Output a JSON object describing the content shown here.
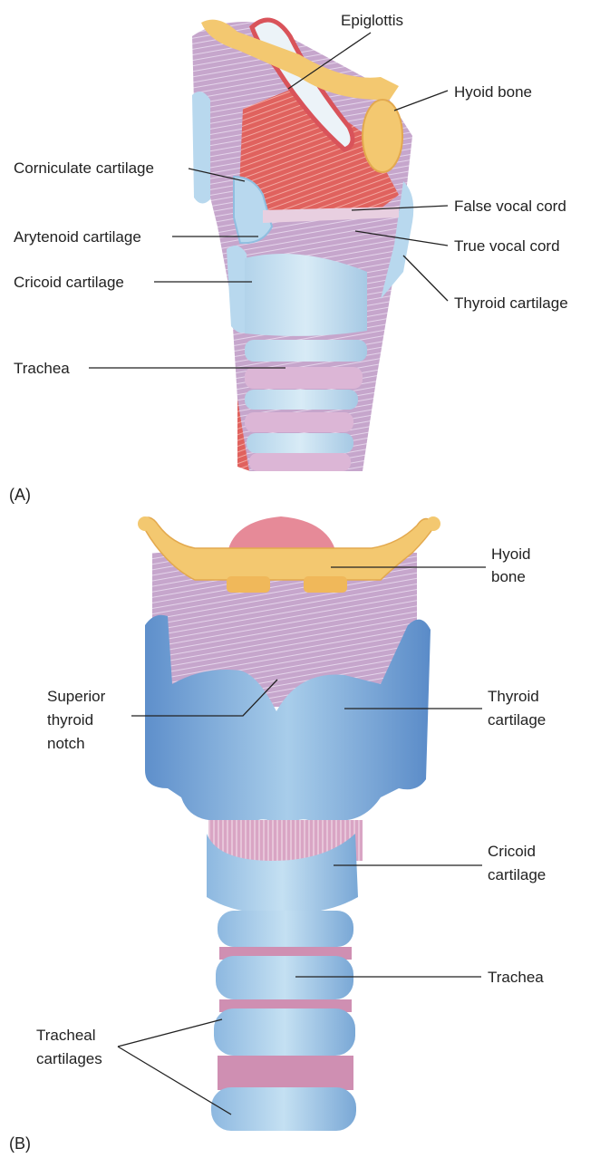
{
  "panel_a": {
    "panel_label": "(A)",
    "labels": {
      "epiglottis": "Epiglottis",
      "hyoid_bone": "Hyoid bone",
      "corniculate_cartilage": "Corniculate cartilage",
      "false_vocal_cord": "False vocal cord",
      "arytenoid_cartilage": "Arytenoid cartilage",
      "true_vocal_cord": "True vocal cord",
      "thyroid_cartilage": "Thyroid cartilage",
      "cricoid_cartilage": "Cricoid cartilage",
      "trachea": "Trachea"
    }
  },
  "panel_b": {
    "panel_label": "(B)",
    "labels": {
      "hyoid_bone": [
        "Hyoid",
        "bone"
      ],
      "superior_thyroid_notch": [
        "Superior",
        "thyroid",
        "notch"
      ],
      "thyroid_cartilage": [
        "Thyroid",
        "cartilage"
      ],
      "cricoid_cartilage": [
        "Cricoid",
        "cartilage"
      ],
      "trachea": "Trachea",
      "tracheal_cartilages": [
        "Tracheal",
        "cartilages"
      ]
    }
  },
  "colors": {
    "cartilage_blue": "#a9cde6",
    "cartilage_dark": "#6f9fd0",
    "muscle_red": "#e0625e",
    "membrane_purple": "#c6a6cc",
    "hyoid_yellow": "#f3c870",
    "tracheal_pink": "#cf8fb2"
  }
}
